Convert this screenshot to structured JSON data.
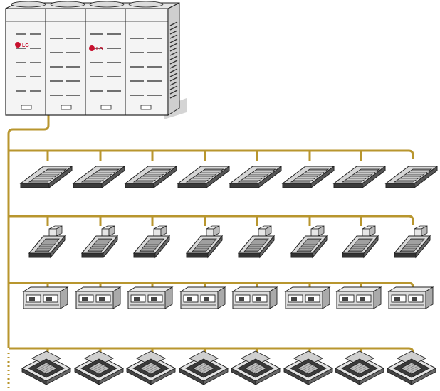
{
  "outdoor_unit": {
    "brand_label_1": "LG",
    "brand_label_2": "LG",
    "icon": "vrf-outdoor-unit-icon"
  },
  "colors": {
    "pipe": "#b8962e",
    "unit_light": "#f2f2f2",
    "unit_mid": "#bdbdbd",
    "unit_dark": "#3a3a3a",
    "brand": "#c8102e"
  },
  "indoor_rows": [
    {
      "type": "one-way-cassette",
      "icon": "one-way-cassette-icon",
      "count": 8
    },
    {
      "type": "ceiling-suspended",
      "icon": "ceiling-suspended-unit-icon",
      "count": 8
    },
    {
      "type": "ducted",
      "icon": "ducted-unit-icon",
      "count": 8
    },
    {
      "type": "four-way-cassette",
      "icon": "four-way-cassette-icon",
      "count": 8
    }
  ],
  "continuation": "dotted-continuation"
}
